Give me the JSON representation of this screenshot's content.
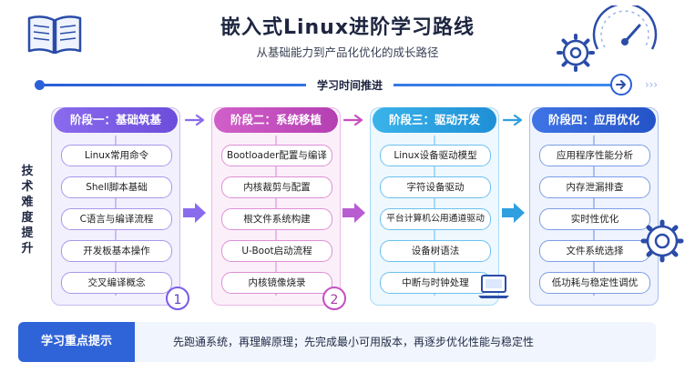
{
  "title": "嵌入式Linux进阶学习路线",
  "subtitle": "从基础能力到产品化优化的成长路径",
  "timeline_label": "学习时间推进",
  "side_label": [
    "技",
    "术",
    "难",
    "度",
    "提",
    "升"
  ],
  "stages": [
    {
      "header": "阶段一：基础筑基",
      "items": [
        "Linux常用命令",
        "Shell脚本基础",
        "C语言与编译流程",
        "开发板基本操作",
        "交叉编译概念"
      ],
      "badge": "1",
      "color": "#7b5be6"
    },
    {
      "header": "阶段二：系统移植",
      "items": [
        "Bootloader配置与编译",
        "内核裁剪与配置",
        "根文件系统构建",
        "U-Boot启动流程",
        "内核镜像烧录"
      ],
      "badge": "2",
      "color": "#c64fc1"
    },
    {
      "header": "阶段三：驱动开发",
      "items": [
        "Linux设备驱动模型",
        "字符设备驱动",
        "平台计算机公用通道驱动",
        "设备树语法",
        "中断与时钟处理"
      ],
      "badge": "",
      "color": "#2f9fe0"
    },
    {
      "header": "阶段四：应用优化",
      "items": [
        "应用程序性能分析",
        "内存泄漏排查",
        "实时性优化",
        "文件系统选择",
        "低功耗与稳定性调优"
      ],
      "badge": "",
      "color": "#2f63d8"
    }
  ],
  "tips": {
    "label": "学习重点提示",
    "text": "先跑通系统，再理解原理；先完成最小可用版本，再逐步优化性能与稳定性"
  },
  "icons": {
    "book": "book-icon",
    "gauge": "gauge-icon",
    "gear": "gear-icon",
    "laptop": "laptop-icon",
    "arrow": "arrow-right-icon"
  }
}
